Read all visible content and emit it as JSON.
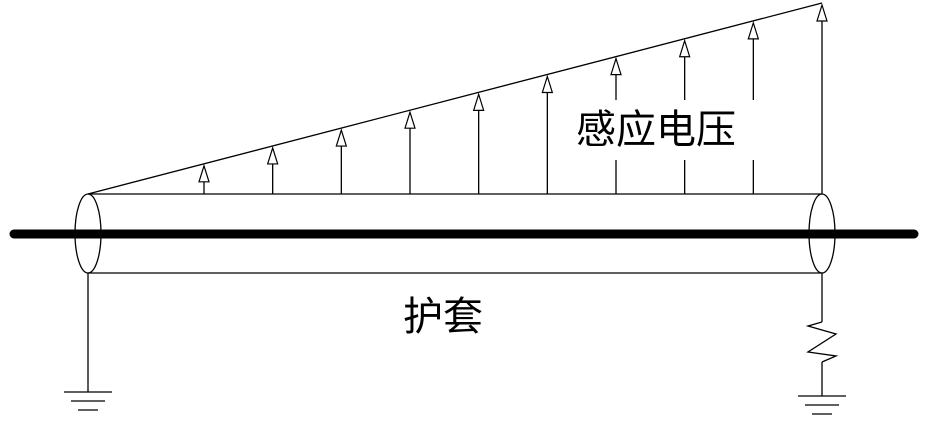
{
  "labels": {
    "induced_voltage": "感应电压",
    "sheath": "护套"
  },
  "colors": {
    "line": "#000000",
    "background": "#ffffff"
  },
  "arrow_count": 10,
  "grounding": {
    "left": "direct",
    "right": "impedance"
  }
}
